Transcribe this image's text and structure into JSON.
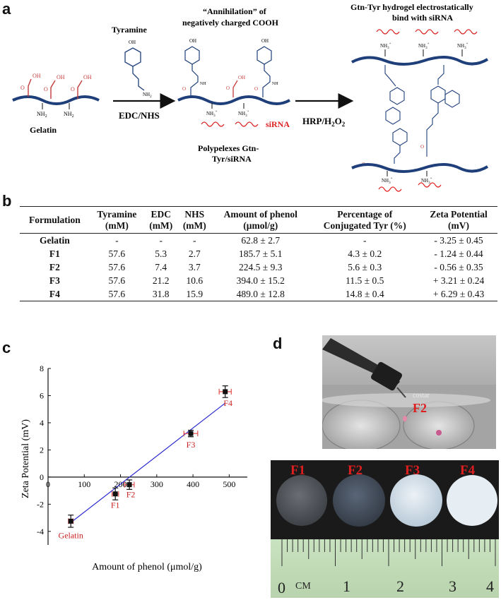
{
  "panels": {
    "a": "a",
    "b": "b",
    "c": "c",
    "d": "d"
  },
  "scheme": {
    "tyramine_label": "Tyramine",
    "gelatin_label": "Gelatin",
    "edc_nhs_label": "EDC/NHS",
    "annihilation_line1": "“Annihilation” of",
    "annihilation_line2": "negatively charged COOH",
    "polyplexes_line1": "Polypelexes Gtn-",
    "polyplexes_line2": "Tyr/siRNA",
    "sirna_label": "siRNA",
    "hrp_label": "HRP/H",
    "hrp_sub2": "2",
    "hrp_o2": "O",
    "hrp_sub2b": "2",
    "hydrogel_line1": "Gtn-Tyr hydrogel electrostatically",
    "hydrogel_line2": "bind with siRNA",
    "oh": "OH",
    "o": "O",
    "nh": "NH",
    "nh2": "NH",
    "nh2_sub": "2",
    "nh3": "NH",
    "nh3_sub": "3",
    "plus": "+"
  },
  "table": {
    "headers": [
      [
        "Formulation"
      ],
      [
        "Tyramine",
        "(mM)"
      ],
      [
        "EDC",
        "(mM)"
      ],
      [
        "NHS",
        "(mM)"
      ],
      [
        "Amount of phenol",
        "(μmol/g)"
      ],
      [
        "Percentage of",
        "Conjugated Tyr (%)"
      ],
      [
        "Zeta Potential",
        "(mV)"
      ]
    ],
    "rows": [
      [
        "Gelatin",
        "-",
        "-",
        "-",
        "62.8 ± 2.7",
        "-",
        "- 3.25 ± 0.45"
      ],
      [
        "F1",
        "57.6",
        "5.3",
        "2.7",
        "185.7 ± 5.1",
        "4.3 ± 0.2",
        "- 1.24 ± 0.44"
      ],
      [
        "F2",
        "57.6",
        "7.4",
        "3.7",
        "224.5 ± 9.3",
        "5.6 ± 0.3",
        "- 0.56 ± 0.35"
      ],
      [
        "F3",
        "57.6",
        "21.2",
        "10.6",
        "394.0 ± 15.2",
        "11.5 ± 0.5",
        "+ 3.21 ± 0.24"
      ],
      [
        "F4",
        "57.6",
        "31.8",
        "15.9",
        "489.0 ± 12.8",
        "14.8 ± 0.4",
        "+ 6.29 ± 0.43"
      ]
    ]
  },
  "chart_data": {
    "type": "scatter",
    "xlabel": "Amount of phenol (μmol/g)",
    "ylabel": "Zeta Potential (mV)",
    "xlim": [
      0,
      550
    ],
    "ylim": [
      -5,
      8
    ],
    "x_ticks": [
      "0",
      "100",
      "200",
      "300",
      "400",
      "500"
    ],
    "y_ticks": [
      "-4",
      "-2",
      "0",
      "2",
      "4",
      "6",
      "8"
    ],
    "points": [
      {
        "label": "Gelatin",
        "x": 62.8,
        "y": -3.25,
        "xerr": 2.7,
        "yerr": 0.45
      },
      {
        "label": "F1",
        "x": 185.7,
        "y": -1.24,
        "xerr": 5.1,
        "yerr": 0.44
      },
      {
        "label": "F2",
        "x": 224.5,
        "y": -0.56,
        "xerr": 9.3,
        "yerr": 0.35
      },
      {
        "label": "F3",
        "x": 394.0,
        "y": 3.21,
        "xerr": 15.2,
        "yerr": 0.24
      },
      {
        "label": "F4",
        "x": 489.0,
        "y": 6.29,
        "xerr": 12.8,
        "yerr": 0.43
      }
    ],
    "fit_line": {
      "x": [
        62.8,
        489.0
      ],
      "y": [
        -3.35,
        5.45
      ]
    },
    "colors": {
      "point": "#111111",
      "label": "#cc2222",
      "fit": "#2a2ad0"
    }
  },
  "photos": {
    "top_label": "F2",
    "plate_text": "costar",
    "hydrogel_labels": [
      "F1",
      "F2",
      "F3",
      "F4"
    ],
    "ruler_numbers": [
      "0",
      "1",
      "2",
      "3",
      "4"
    ],
    "ruler_unit": "CM",
    "colors": {
      "label": "#dd1f1f",
      "disc_dark": "#4a4d52",
      "disc_light": "#d8e4ee"
    }
  }
}
